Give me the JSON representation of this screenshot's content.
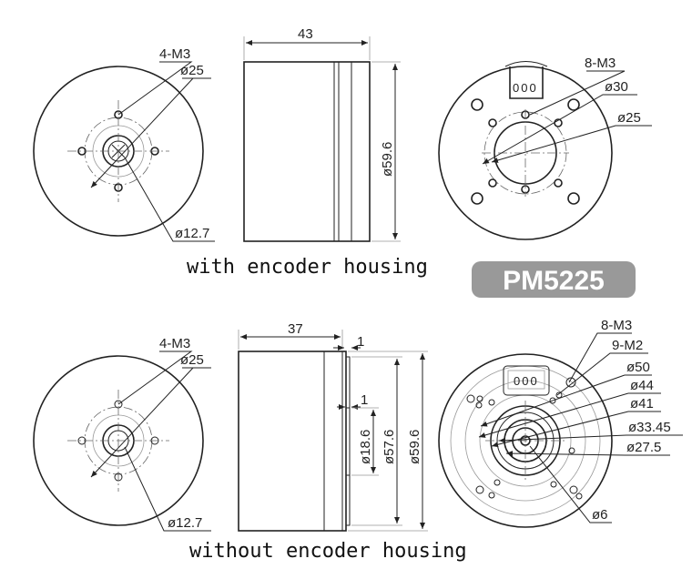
{
  "top": {
    "front_labels": {
      "threads": "4-M3",
      "pcd": "ø25",
      "shaft": "ø12.7"
    },
    "side_labels": {
      "length": "43",
      "diameter": "ø59.6"
    },
    "rear_labels": {
      "threads": "8-M3",
      "d1": "ø30",
      "d2": "ø25"
    },
    "connector_text": "000",
    "caption": "with encoder housing"
  },
  "badge": {
    "text": "PM5225",
    "color": "#999999"
  },
  "bottom": {
    "front_labels": {
      "threads": "4-M3",
      "pcd": "ø25",
      "shaft": "ø12.7"
    },
    "side_labels": {
      "length": "37",
      "lip": "1",
      "lip2": "1",
      "d_inner": "ø18.6",
      "d_mid": "ø57.6",
      "d_outer": "ø59.6"
    },
    "rear_labels": {
      "t1": "8-M3",
      "t2": "9-M2",
      "d50": "ø50",
      "d44": "ø44",
      "d41": "ø41",
      "d3345": "ø33.45",
      "d275": "ø27.5",
      "d6": "ø6"
    },
    "connector_text": "000",
    "caption": "without encoder housing"
  }
}
